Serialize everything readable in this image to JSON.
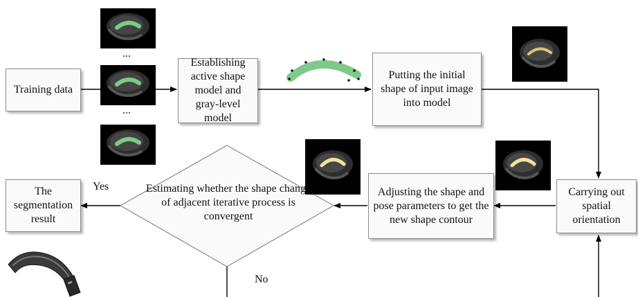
{
  "nodes": {
    "training_data": "Training data",
    "establishing": "Establishing active shape model and gray-level model",
    "putting_shape": "Putting the initial shape of input image into model",
    "carrying_out": "Carrying out spatial orientation",
    "adjusting": "Adjusting the shape and pose parameters to get the new shape contour",
    "estimating": "Estimating whether the shape change of adjacent iterative process is convergent",
    "result": "The segmentation result"
  },
  "edge_labels": {
    "yes": "Yes",
    "no": "No"
  },
  "ellipsis": "...",
  "colors": {
    "line": "#000000",
    "box_border": "#8a8a8a",
    "contour_green": "#7fc98a",
    "contour_yellow": "#f3e3a0",
    "model_gray": "#3a3a3a"
  }
}
